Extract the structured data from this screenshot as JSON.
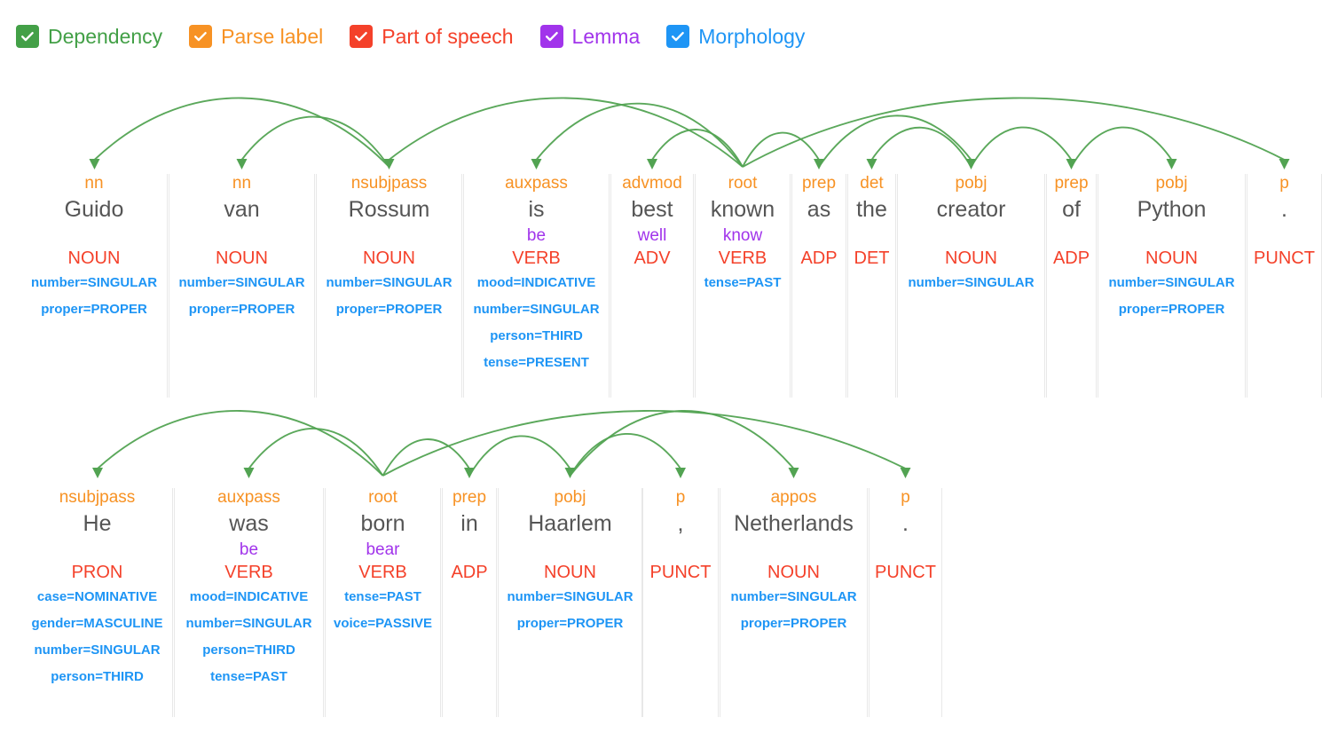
{
  "legend": {
    "items": [
      {
        "label": "Dependency",
        "color": "#43a047",
        "icon": "checkbox-checked-icon",
        "checked": true
      },
      {
        "label": "Parse label",
        "color": "#f79224",
        "icon": "checkbox-checked-icon",
        "checked": true
      },
      {
        "label": "Part of speech",
        "color": "#f4412a",
        "icon": "checkbox-checked-icon",
        "checked": true
      },
      {
        "label": "Lemma",
        "color": "#a134eb",
        "icon": "checkbox-checked-icon",
        "checked": true
      },
      {
        "label": "Morphology",
        "color": "#1e95f5",
        "icon": "checkbox-checked-icon",
        "checked": true
      }
    ]
  },
  "colors": {
    "dependency_arc": "#52a352",
    "parse_label": "#f79224",
    "token": "#555555",
    "lemma": "#a134eb",
    "pos": "#f4412a",
    "morphology": "#1e95f5",
    "divider": "#e8e8e8"
  },
  "sentences": [
    {
      "text": "Guido van Rossum is best known as the creator of Python .",
      "tokens": [
        {
          "dep": "nn",
          "token": "Guido",
          "lemma": "",
          "pos": "NOUN",
          "morph": [
            "number=SINGULAR",
            "proper=PROPER"
          ]
        },
        {
          "dep": "nn",
          "token": "van",
          "lemma": "",
          "pos": "NOUN",
          "morph": [
            "number=SINGULAR",
            "proper=PROPER"
          ]
        },
        {
          "dep": "nsubjpass",
          "token": "Rossum",
          "lemma": "",
          "pos": "NOUN",
          "morph": [
            "number=SINGULAR",
            "proper=PROPER"
          ]
        },
        {
          "dep": "auxpass",
          "token": "is",
          "lemma": "be",
          "pos": "VERB",
          "morph": [
            "mood=INDICATIVE",
            "number=SINGULAR",
            "person=THIRD",
            "tense=PRESENT"
          ]
        },
        {
          "dep": "advmod",
          "token": "best",
          "lemma": "well",
          "pos": "ADV",
          "morph": []
        },
        {
          "dep": "root",
          "token": "known",
          "lemma": "know",
          "pos": "VERB",
          "morph": [
            "tense=PAST"
          ]
        },
        {
          "dep": "prep",
          "token": "as",
          "lemma": "",
          "pos": "ADP",
          "morph": []
        },
        {
          "dep": "det",
          "token": "the",
          "lemma": "",
          "pos": "DET",
          "morph": []
        },
        {
          "dep": "pobj",
          "token": "creator",
          "lemma": "",
          "pos": "NOUN",
          "morph": [
            "number=SINGULAR"
          ]
        },
        {
          "dep": "prep",
          "token": "of",
          "lemma": "",
          "pos": "ADP",
          "morph": []
        },
        {
          "dep": "pobj",
          "token": "Python",
          "lemma": "",
          "pos": "NOUN",
          "morph": [
            "number=SINGULAR",
            "proper=PROPER"
          ]
        },
        {
          "dep": "p",
          "token": ".",
          "lemma": "",
          "pos": "PUNCT",
          "morph": []
        }
      ],
      "arcs": [
        {
          "head": 2,
          "dep": 0,
          "label": "nn"
        },
        {
          "head": 2,
          "dep": 1,
          "label": "nn"
        },
        {
          "head": 5,
          "dep": 2,
          "label": "nsubjpass"
        },
        {
          "head": 5,
          "dep": 3,
          "label": "auxpass"
        },
        {
          "head": 5,
          "dep": 4,
          "label": "advmod"
        },
        {
          "head": 5,
          "dep": 6,
          "label": "prep"
        },
        {
          "head": 8,
          "dep": 7,
          "label": "det"
        },
        {
          "head": 6,
          "dep": 8,
          "label": "pobj"
        },
        {
          "head": 8,
          "dep": 9,
          "label": "prep"
        },
        {
          "head": 9,
          "dep": 10,
          "label": "pobj"
        },
        {
          "head": 5,
          "dep": 11,
          "label": "p"
        }
      ]
    },
    {
      "text": "He was born in Haarlem , Netherlands .",
      "tokens": [
        {
          "dep": "nsubjpass",
          "token": "He",
          "lemma": "",
          "pos": "PRON",
          "morph": [
            "case=NOMINATIVE",
            "gender=MASCULINE",
            "number=SINGULAR",
            "person=THIRD"
          ]
        },
        {
          "dep": "auxpass",
          "token": "was",
          "lemma": "be",
          "pos": "VERB",
          "morph": [
            "mood=INDICATIVE",
            "number=SINGULAR",
            "person=THIRD",
            "tense=PAST"
          ]
        },
        {
          "dep": "root",
          "token": "born",
          "lemma": "bear",
          "pos": "VERB",
          "morph": [
            "tense=PAST",
            "voice=PASSIVE"
          ]
        },
        {
          "dep": "prep",
          "token": "in",
          "lemma": "",
          "pos": "ADP",
          "morph": []
        },
        {
          "dep": "pobj",
          "token": "Haarlem",
          "lemma": "",
          "pos": "NOUN",
          "morph": [
            "number=SINGULAR",
            "proper=PROPER"
          ]
        },
        {
          "dep": "p",
          "token": ",",
          "lemma": "",
          "pos": "PUNCT",
          "morph": []
        },
        {
          "dep": "appos",
          "token": "Netherlands",
          "lemma": "",
          "pos": "NOUN",
          "morph": [
            "number=SINGULAR",
            "proper=PROPER"
          ]
        },
        {
          "dep": "p",
          "token": ".",
          "lemma": "",
          "pos": "PUNCT",
          "morph": []
        }
      ],
      "arcs": [
        {
          "head": 2,
          "dep": 0,
          "label": "nsubjpass"
        },
        {
          "head": 2,
          "dep": 1,
          "label": "auxpass"
        },
        {
          "head": 2,
          "dep": 3,
          "label": "prep"
        },
        {
          "head": 3,
          "dep": 4,
          "label": "pobj"
        },
        {
          "head": 4,
          "dep": 5,
          "label": "p"
        },
        {
          "head": 4,
          "dep": 6,
          "label": "appos"
        },
        {
          "head": 2,
          "dep": 7,
          "label": "p"
        }
      ]
    }
  ]
}
